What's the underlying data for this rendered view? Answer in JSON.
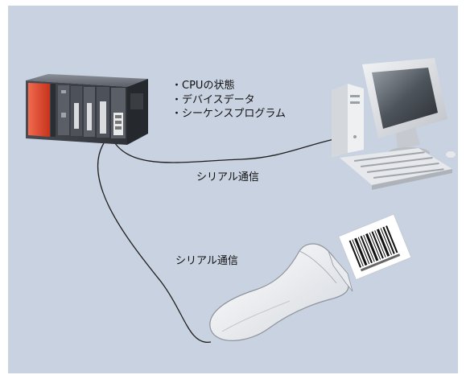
{
  "info_list": {
    "bullet": "・",
    "items": [
      "CPUの状態",
      "デバイスデータ",
      "シーケンスプログラム"
    ]
  },
  "links": {
    "plc_to_pc": "シリアル通信",
    "plc_to_scanner": "シリアル通信"
  },
  "colors": {
    "background": "#c9d2e1",
    "plc_body": "#3c4046",
    "plc_power_module": "#e0472d",
    "cable": "#1e1e1e"
  },
  "icons": [
    "plc-icon",
    "desktop-computer-icon",
    "barcode-scanner-icon",
    "barcode-label-icon"
  ]
}
